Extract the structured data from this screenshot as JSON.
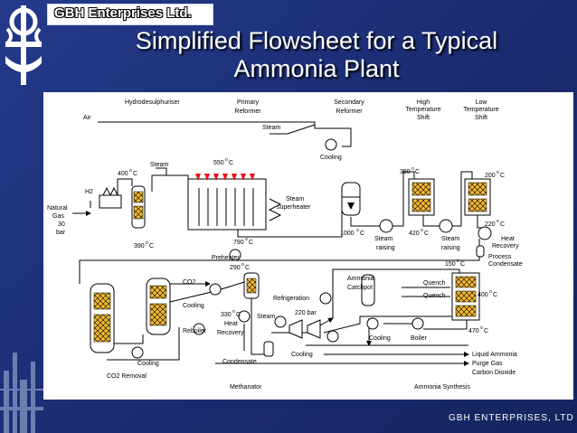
{
  "header": {
    "company": "GBH Enterprises Ltd.",
    "title_line1": "Simplified Flowsheet for a Typical",
    "title_line2": "Ammonia Plant",
    "footer": "GBH ENTERPRISES, LTD"
  },
  "units": {
    "hydrodesulphuriser": "Hydrodesulphuriser",
    "primary_reformer_1": "Primary",
    "primary_reformer_2": "Reformer",
    "secondary_reformer_1": "Secondary",
    "secondary_reformer_2": "Reformer",
    "hts_1": "High",
    "hts_2": "Temperature",
    "hts_3": "Shift",
    "lts_1": "Low",
    "lts_2": "Temperature",
    "lts_3": "Shift",
    "co2_removal": "CO2 Removal",
    "methanator": "Methanator",
    "ammonia_synthesis": "Ammonia Synthesis"
  },
  "streams": {
    "air": "Air",
    "natural_gas_1": "Natural",
    "natural_gas_2": "Gas",
    "natural_gas_3": "30",
    "natural_gas_4": "bar",
    "h2": "H2",
    "steam_top": "Steam",
    "steam_left": "Steam",
    "steam_superheater_1": "Steam",
    "steam_superheater_2": "superheater",
    "cooling_top": "Cooling",
    "steam_raising_1a": "Steam",
    "steam_raising_1b": "raising",
    "steam_raising_2a": "Steam",
    "steam_raising_2b": "raising",
    "heat_recovery_1a": "Heat",
    "heat_recovery_1b": "Recovery",
    "process_condensate_1": "Process",
    "process_condensate_2": "Condensate",
    "preheater": "Preheater",
    "co2": "CO2",
    "cooling_left": "Cooling",
    "reboiler": "Reboiler",
    "cooling_bottom_left": "Cooling",
    "heat_recovery_2a": "Heat",
    "heat_recovery_2b": "Recovery",
    "steam_mid": "Steam",
    "refrigeration": "Refrigeration",
    "pressure_220": "220 bar",
    "ammonia_catchpot_1": "Ammonia",
    "ammonia_catchpot_2": "Catchpot",
    "quench_1": "Quench",
    "quench_2": "Quench",
    "cooling_mid": "Cooling",
    "boiler": "Boiler",
    "cooling_bottom": "Cooling",
    "condensate": "Condensate",
    "liquid_ammonia": "Liquid Ammonia",
    "purge_gas": "Purge Gas",
    "carbon_dioxide": "Carbon Dioxide"
  },
  "temperatures": {
    "t400": "400",
    "t390": "390",
    "t550": "550",
    "t790": "790",
    "t1000": "1000",
    "t350": "350",
    "t420": "420",
    "t200": "200",
    "t220": "220",
    "t150": "150",
    "t400b": "400",
    "t470": "470",
    "t290": "290",
    "t330": "330",
    "unit_o": "o",
    "unit_c": "C"
  },
  "colors": {
    "background": "#1d2f76",
    "panel": "#ffffff",
    "catalyst": "#f2b833",
    "burner": "#e8101a",
    "line": "#000000"
  }
}
